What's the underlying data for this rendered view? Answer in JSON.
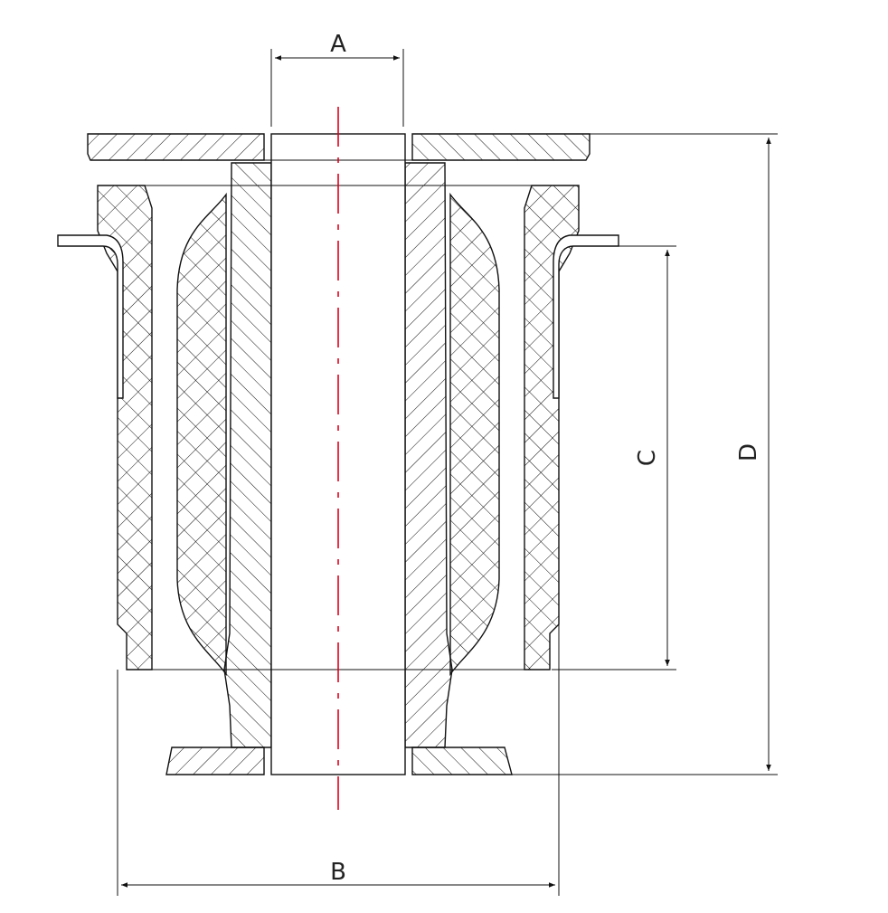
{
  "dimensions": {
    "a": "A",
    "b": "B",
    "c": "C",
    "d": "D"
  },
  "colors": {
    "line": "#111111",
    "centerline": "#e0001a",
    "background": "#ffffff"
  }
}
